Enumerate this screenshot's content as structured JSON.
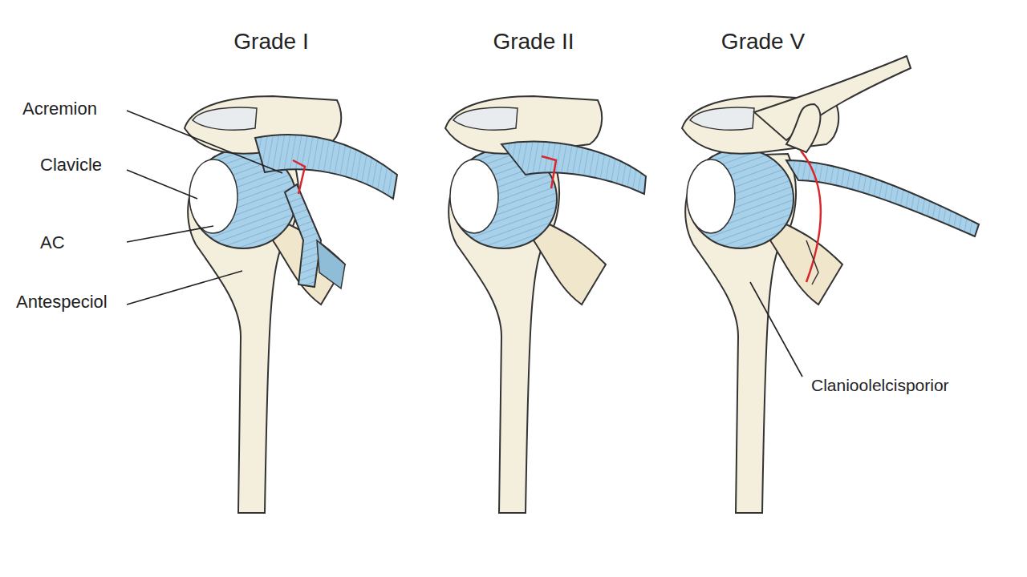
{
  "diagram": {
    "labels": [
      "Grade I",
      "Grade II",
      "Grade V",
      "Acremion",
      "Clavicle",
      "AC",
      "Antespeciol",
      "Clanioolelcisporior"
    ]
  }
}
